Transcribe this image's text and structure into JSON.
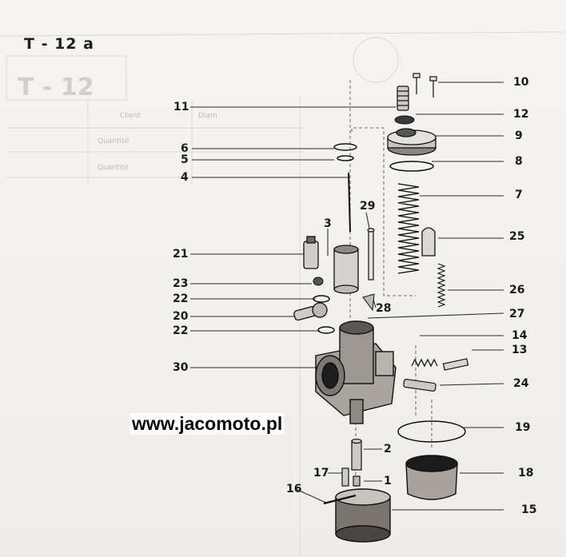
{
  "page_code": "T - 12 a",
  "watermark": "www.jacomoto.pl",
  "background_ghost": {
    "big_code": "T - 12",
    "labels": [
      "Client",
      "Diam",
      "Quantité",
      "Quantité"
    ]
  },
  "callouts": [
    "10",
    "11",
    "12",
    "9",
    "6",
    "5",
    "8",
    "4",
    "7",
    "29",
    "3",
    "25",
    "21",
    "23",
    "26",
    "22",
    "28",
    "20",
    "27",
    "22",
    "14",
    "13",
    "30",
    "24",
    "19",
    "2",
    "17",
    "18",
    "1",
    "16",
    "15"
  ]
}
